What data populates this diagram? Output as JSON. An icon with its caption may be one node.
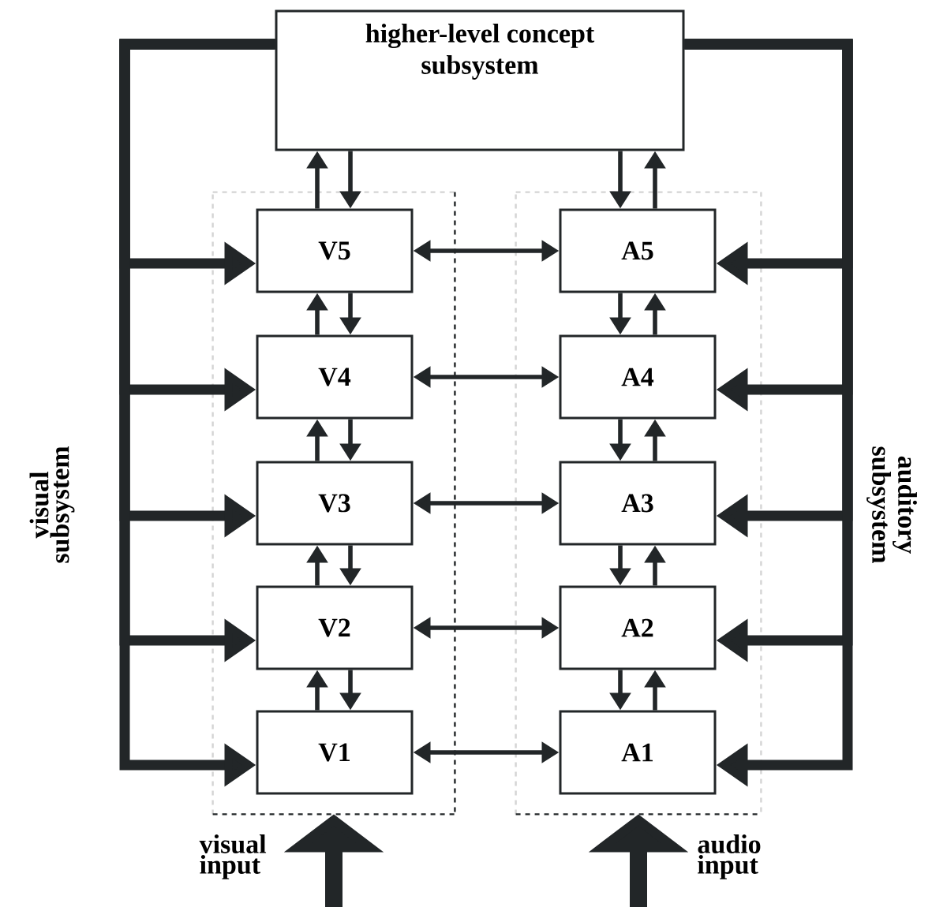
{
  "diagram": {
    "nodes": [
      {
        "text": [
          "higher-level concept subsystem"
        ]
      },
      {
        "text": [],
        "shape": "box"
      },
      {
        "text": [
          "V5"
        ],
        "in": 1
      },
      {
        "text": [
          "V4"
        ],
        "in": 1
      },
      {
        "text": [
          "V3"
        ],
        "in": 1
      },
      {
        "text": [
          "V2"
        ],
        "in": 1
      },
      {
        "text": [
          "V1"
        ],
        "in": 1
      },
      {
        "text": [],
        "shape": "box"
      },
      {
        "text": [
          "A5"
        ],
        "in": 7
      },
      {
        "text": [
          "A4"
        ],
        "in": 7
      },
      {
        "text": [
          "A3"
        ],
        "in": 7
      },
      {
        "text": [
          "A2"
        ],
        "in": 7
      },
      {
        "text": [
          "A1"
        ],
        "in": 7
      }
    ],
    "edges": [
      {
        "from": 0,
        "to": 2,
        "arrow": "to",
        "style": "thick"
      },
      {
        "from": 0,
        "to": 3,
        "arrow": "to",
        "style": "thick"
      },
      {
        "from": 0,
        "to": 4,
        "arrow": "to",
        "style": "thick"
      },
      {
        "from": 0,
        "to": 5,
        "arrow": "to",
        "style": "thick"
      },
      {
        "from": 0,
        "to": 6,
        "arrow": "to",
        "style": "thick"
      },
      {
        "from": 0,
        "to": 8,
        "arrow": "to",
        "style": "thick"
      },
      {
        "from": 0,
        "to": 9,
        "arrow": "to",
        "style": "thick"
      },
      {
        "from": 0,
        "to": 10,
        "arrow": "to",
        "style": "thick"
      },
      {
        "from": 0,
        "to": 11,
        "arrow": "to",
        "style": "thick"
      },
      {
        "from": 0,
        "to": 12,
        "arrow": "to",
        "style": "thick"
      },
      {
        "from": 2,
        "to": 0,
        "arrow": "to"
      },
      {
        "from": 0,
        "to": 2,
        "arrow": "to"
      },
      {
        "from": 3,
        "to": 2,
        "arrow": "to"
      },
      {
        "from": 2,
        "to": 3,
        "arrow": "to"
      },
      {
        "from": 4,
        "to": 3,
        "arrow": "to"
      },
      {
        "from": 3,
        "to": 4,
        "arrow": "to"
      },
      {
        "from": 5,
        "to": 4,
        "arrow": "to"
      },
      {
        "from": 4,
        "to": 5,
        "arrow": "to"
      },
      {
        "from": 6,
        "to": 5,
        "arrow": "to"
      },
      {
        "from": 5,
        "to": 6,
        "arrow": "to"
      },
      {
        "from": 0,
        "to": 8,
        "arrow": "to"
      },
      {
        "from": 8,
        "to": 0,
        "arrow": "to"
      },
      {
        "from": 8,
        "to": 9,
        "arrow": "to"
      },
      {
        "from": 9,
        "to": 8,
        "arrow": "to"
      },
      {
        "from": 9,
        "to": 10,
        "arrow": "to"
      },
      {
        "from": 10,
        "to": 9,
        "arrow": "to"
      },
      {
        "from": 10,
        "to": 11,
        "arrow": "to"
      },
      {
        "from": 11,
        "to": 10,
        "arrow": "to"
      },
      {
        "from": 11,
        "to": 12,
        "arrow": "to"
      },
      {
        "from": 12,
        "to": 11,
        "arrow": "to"
      },
      {
        "from": 2,
        "to": 8,
        "arrow": "both"
      },
      {
        "from": 3,
        "to": 9,
        "arrow": "both"
      },
      {
        "from": 4,
        "to": 10,
        "arrow": "both"
      },
      {
        "from": 5,
        "to": 11,
        "arrow": "both"
      },
      {
        "from": 6,
        "to": 12,
        "arrow": "both"
      },
      {
        "from": null,
        "to": 1,
        "arrow": "to",
        "style": "thick",
        "label": "visual input"
      },
      {
        "from": null,
        "to": 7,
        "arrow": "to",
        "style": "thick",
        "label": "audio input"
      }
    ],
    "labels": [
      "visual subsystem",
      "auditory subsystem"
    ]
  }
}
